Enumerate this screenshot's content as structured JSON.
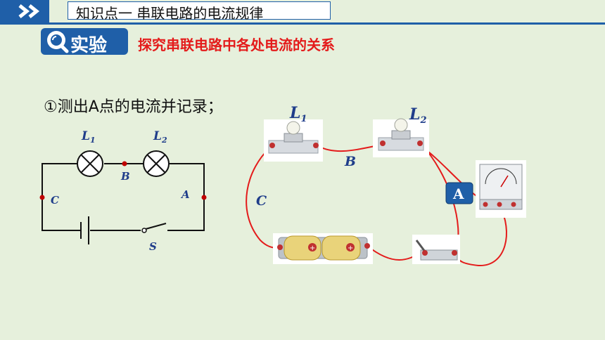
{
  "header": {
    "title": "知识点一  串联电路的电流规律"
  },
  "experiment": {
    "badge": "实验",
    "title": "探究串联电路中各处电流的关系"
  },
  "step": {
    "text": "①测出A点的电流并记录；"
  },
  "schematic": {
    "lamp1_label": "L",
    "lamp1_sub": "1",
    "lamp2_label": "L",
    "lamp2_sub": "2",
    "point_b": "B",
    "point_c": "C",
    "point_a": "A",
    "switch": "S"
  },
  "photo": {
    "lamp1_label": "L",
    "lamp1_sub": "1",
    "lamp2_label": "L",
    "lamp2_sub": "2",
    "point_b": "B",
    "point_c": "C",
    "ammeter_tag": "A"
  },
  "colors": {
    "accent": "#1f5fa8",
    "wire": "#e41b1b",
    "background": "#e6f0dc"
  }
}
